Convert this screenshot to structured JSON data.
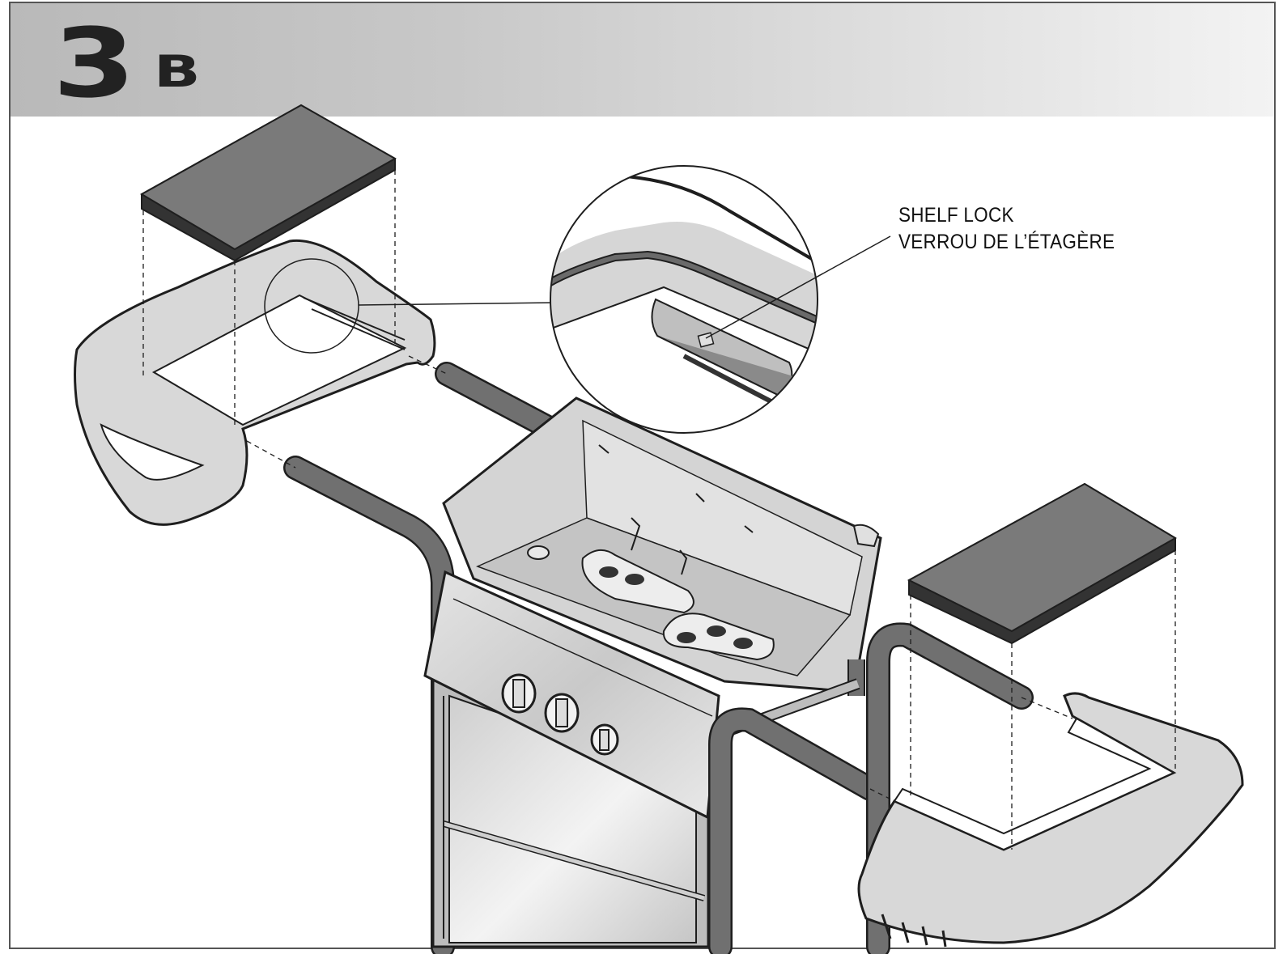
{
  "step": {
    "number": "3",
    "letter": "B"
  },
  "callout": {
    "line_en": "SHELF LOCK",
    "line_fr": "VERROU DE L’ÉTAGÈRE"
  },
  "colors": {
    "header_dark": "#b9b9b9",
    "header_light": "#f3f3f3",
    "shelf_top": "#7a7a7a",
    "part_fill": "#d7d7d7",
    "tube": "#6f6f6f",
    "outline": "#1e1e1e"
  }
}
